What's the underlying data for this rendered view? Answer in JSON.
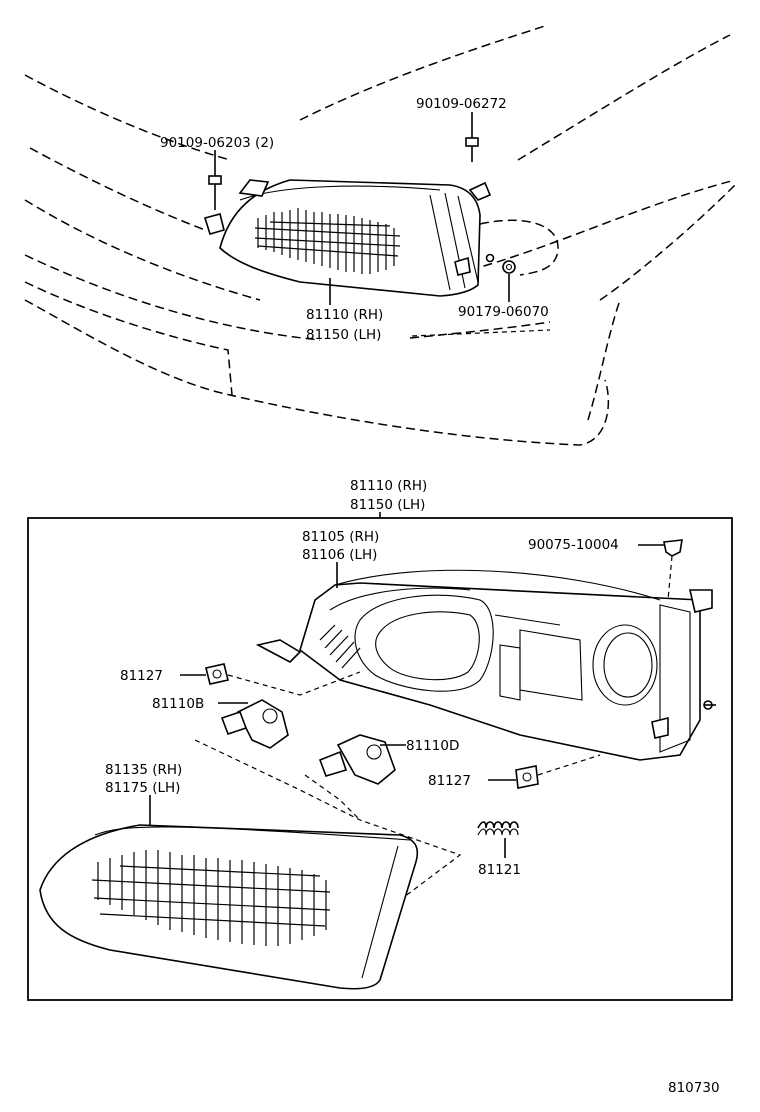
{
  "diagram_id": "810730",
  "top_view": {
    "callouts": {
      "bolt_upper_right": "90109-06272",
      "bolt_upper_left": "90109-06203 (2)",
      "nut_right": "90179-06070",
      "unit_rh": "81110 (RH)",
      "unit_lh": "81150 (LH)"
    }
  },
  "detail_view": {
    "title_rh": "81110 (RH)",
    "title_lh": "81150 (LH)",
    "callouts": {
      "housing_rh": "81105 (RH)",
      "housing_lh": "81106 (LH)",
      "clip": "90075-10004",
      "socket_left": "81127",
      "bulb_b": "81110B",
      "bulb_d": "81110D",
      "socket_right": "81127",
      "lens_rh": "81135 (RH)",
      "lens_lh": "81175 (LH)",
      "spring": "81121"
    }
  }
}
